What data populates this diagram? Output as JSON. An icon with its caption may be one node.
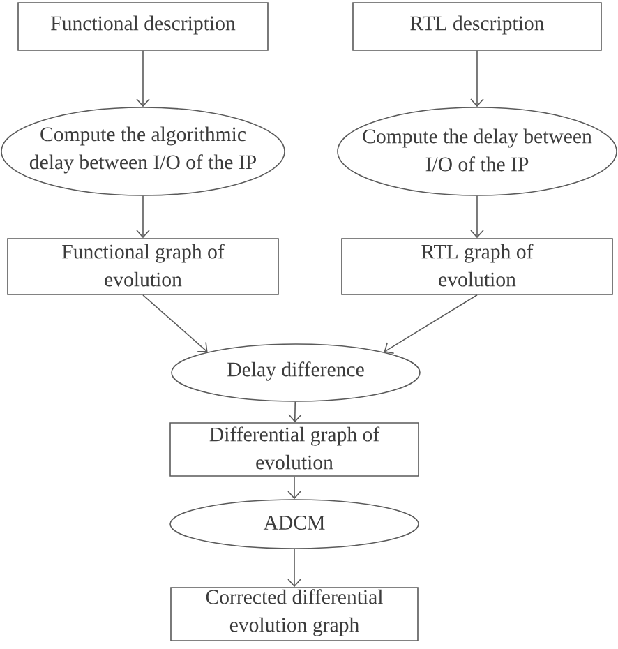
{
  "diagram": {
    "nodes": [
      {
        "text": [
          "Functional description"
        ]
      },
      {
        "text": [
          "RTL description"
        ]
      },
      {
        "text": [
          "Compute the algorithmic delay between I/O of the IP"
        ]
      },
      {
        "text": [
          "Compute the delay between I/O of the IP"
        ]
      },
      {
        "text": [
          "Functional graph of evolution"
        ]
      },
      {
        "text": [
          "RTL graph of evolution"
        ]
      },
      {
        "text": [
          "Delay difference"
        ]
      },
      {
        "text": [
          "Differential graph of evolution"
        ]
      },
      {
        "text": [
          "ADCM"
        ]
      },
      {
        "text": [
          "Corrected differential evolution graph"
        ]
      }
    ],
    "edges": [
      {
        "from": 0,
        "to": 2,
        "arrow": "to"
      },
      {
        "from": 1,
        "to": 3,
        "arrow": "to"
      },
      {
        "from": 2,
        "to": 4,
        "arrow": "to"
      },
      {
        "from": 3,
        "to": 5,
        "arrow": "to"
      },
      {
        "from": 4,
        "to": 6,
        "arrow": "to"
      },
      {
        "from": 5,
        "to": 6,
        "arrow": "to"
      },
      {
        "from": 6,
        "to": 7,
        "arrow": "to"
      },
      {
        "from": 7,
        "to": 8,
        "arrow": "to"
      },
      {
        "from": 8,
        "to": 9,
        "arrow": "to"
      }
    ]
  }
}
